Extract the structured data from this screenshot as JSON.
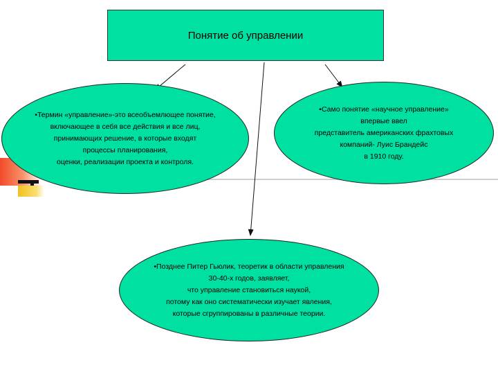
{
  "diagram": {
    "title": "Понятие об управлении",
    "nodes": [
      {
        "id": "left",
        "lines": [
          "•Термин «управление»-это всеобъемлющее понятие,",
          "включающее в себя все действия и все лиц,",
          "принимающих решение, в которые входят",
          "процессы планирования,",
          "оценки, реализации проекта и контроля."
        ]
      },
      {
        "id": "right",
        "lines": [
          "•Само понятие «научное управление»",
          "впервые ввел",
          "представитель американских фрахтовых",
          "компаний- Луис Брандейс",
          "в 1910 году."
        ]
      },
      {
        "id": "bottom",
        "lines": [
          "•Позднее Питер Гьюлик, теоретик в области управления",
          "30-40-х годов, заявляет,",
          "что управление становиться наукой,",
          "потому как оно систематически изучает явления,",
          "которые сгруппированы в различные теории."
        ]
      }
    ],
    "colors": {
      "node_fill": "#00e0a0",
      "border": "#222222"
    }
  }
}
